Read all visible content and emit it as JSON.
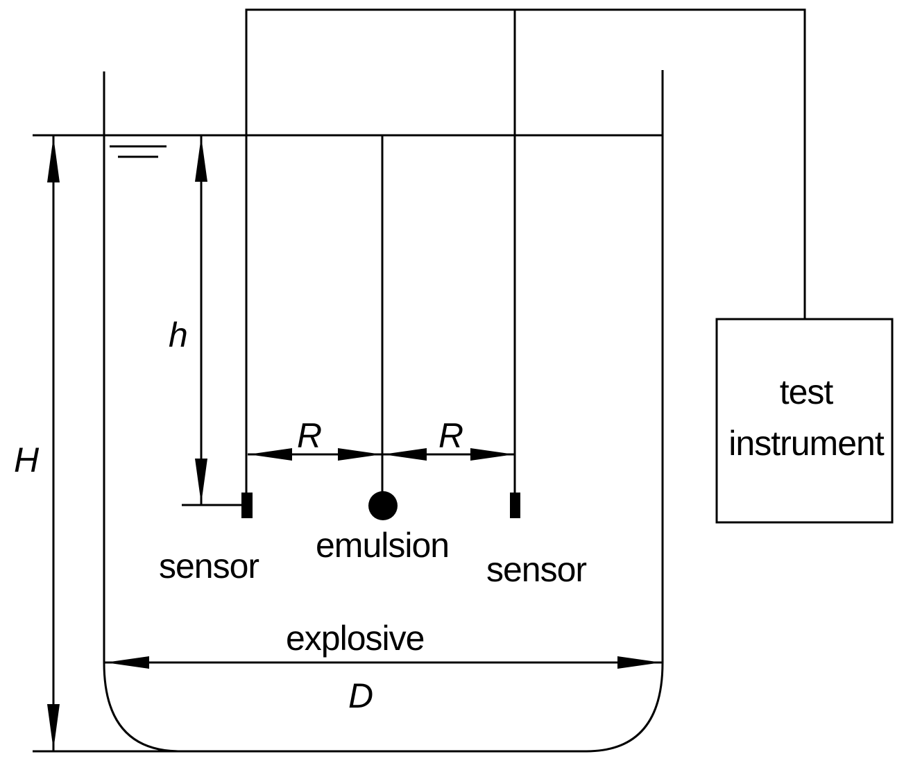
{
  "diagram": {
    "labels": {
      "sensor_left": "sensor",
      "sensor_right": "sensor",
      "emulsion": "emulsion",
      "explosive": "explosive",
      "instrument_line1": "test",
      "instrument_line2": "instrument"
    },
    "dimensions": {
      "H": "H",
      "h": "h",
      "R_left": "R",
      "R_right": "R",
      "D": "D"
    },
    "colors": {
      "line": "#000000",
      "background": "#ffffff"
    }
  }
}
